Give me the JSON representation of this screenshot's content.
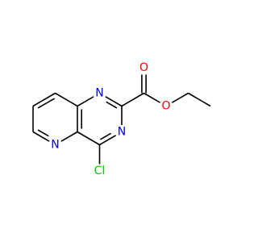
{
  "molecule": {
    "atoms": [
      {
        "id": "N1",
        "label": "N",
        "color": "#0000ff"
      },
      {
        "id": "N2",
        "label": "N",
        "color": "#0000ff"
      },
      {
        "id": "N3",
        "label": "N",
        "color": "#0000ff"
      },
      {
        "id": "O1",
        "label": "O",
        "color": "#ff0000"
      },
      {
        "id": "O2",
        "label": "O",
        "color": "#ff0000"
      },
      {
        "id": "Cl",
        "label": "Cl",
        "color": "#00cc00"
      }
    ],
    "bond_color": "#000000",
    "background": "#ffffff"
  }
}
